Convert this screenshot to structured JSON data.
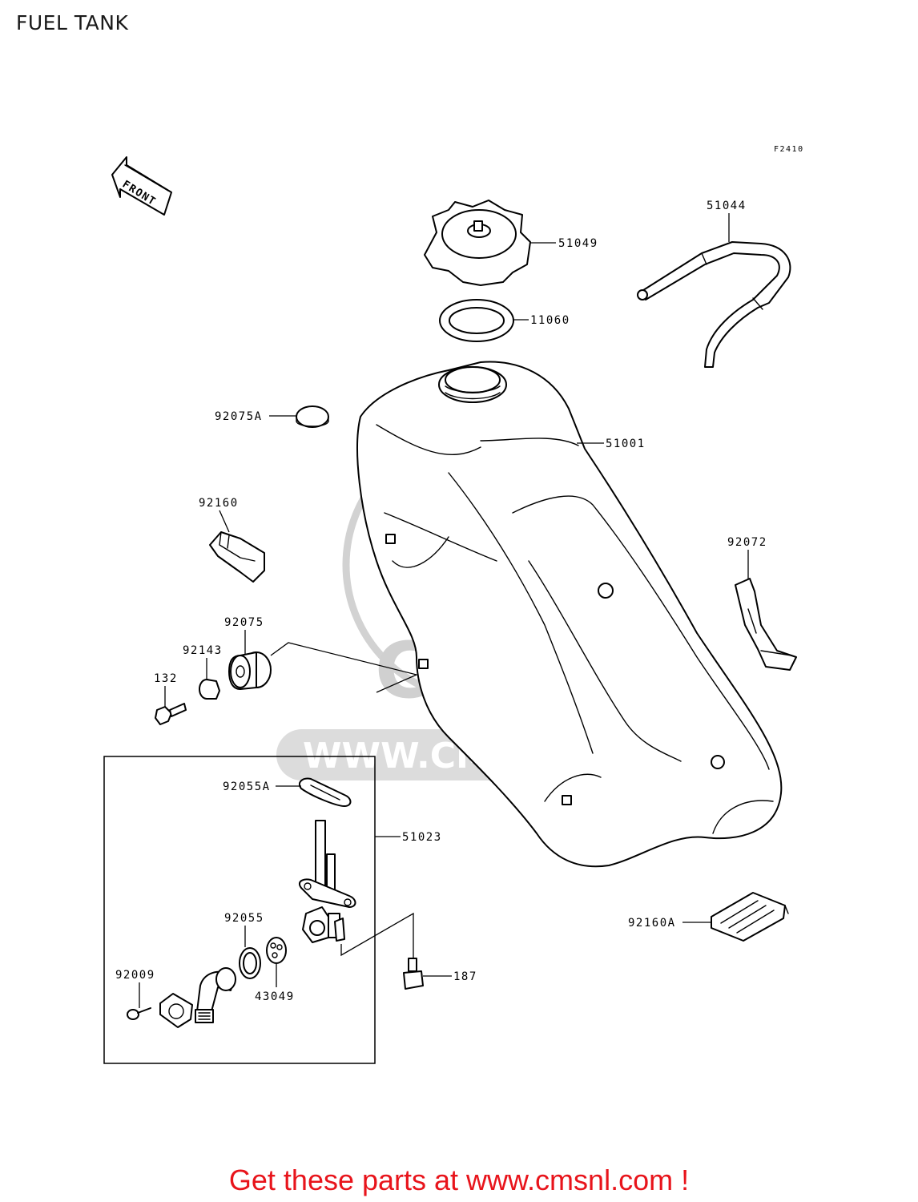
{
  "title": "FUEL TANK",
  "diagram_code": "F2410",
  "front_arrow_label": "FRONT",
  "watermark": {
    "logo_text": "CMS",
    "url_text": "WWW.CMSNL.COM"
  },
  "parts": [
    {
      "number": "51049"
    },
    {
      "number": "51044"
    },
    {
      "number": "11060"
    },
    {
      "number": "92075A"
    },
    {
      "number": "51001"
    },
    {
      "number": "92160"
    },
    {
      "number": "92072"
    },
    {
      "number": "92075"
    },
    {
      "number": "92143"
    },
    {
      "number": "132"
    },
    {
      "number": "92055A"
    },
    {
      "number": "51023"
    },
    {
      "number": "92055"
    },
    {
      "number": "92009"
    },
    {
      "number": "43049"
    },
    {
      "number": "187"
    },
    {
      "number": "92160A"
    }
  ],
  "footer_cta": "Get these parts at www.cmsnl.com !",
  "colors": {
    "cta": "#e8141b",
    "watermark": "#d0d0d0",
    "line": "#000000"
  }
}
